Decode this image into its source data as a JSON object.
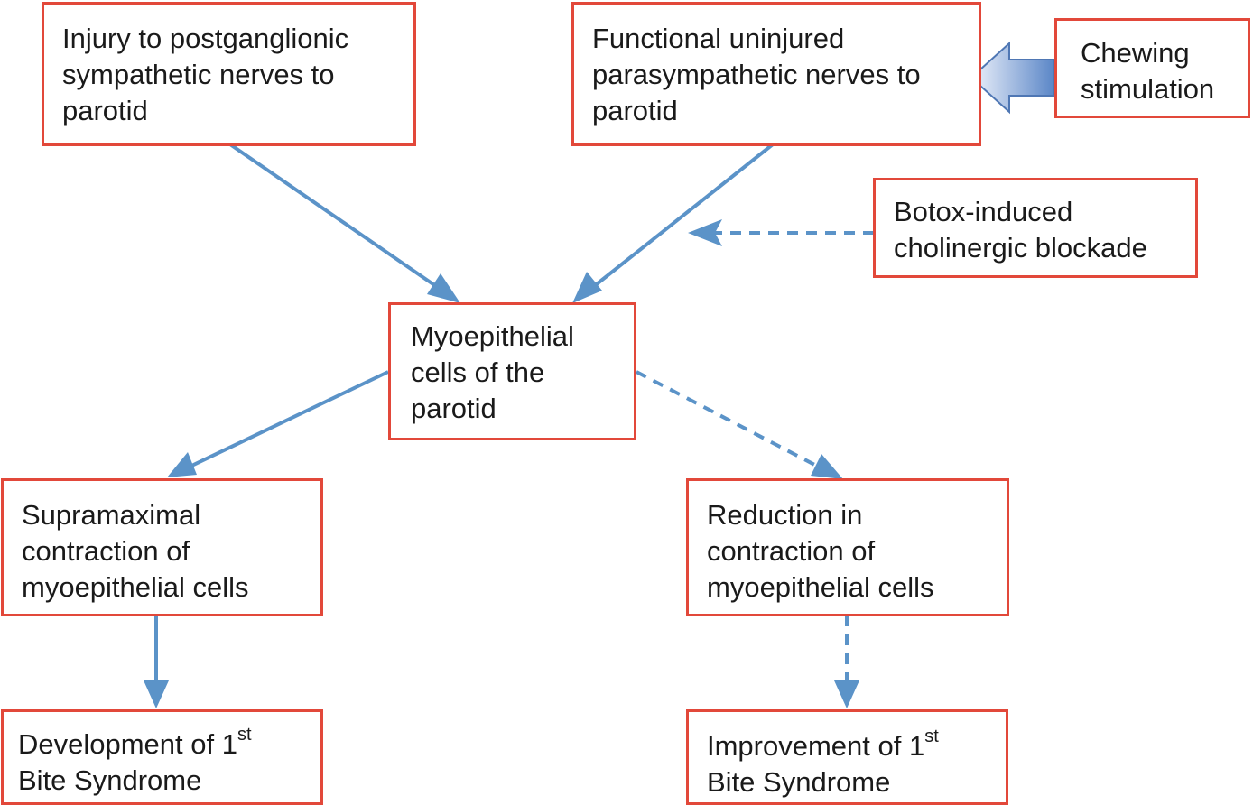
{
  "nodes": {
    "sympathetic_injury": "Injury to postganglionic\nsympathetic nerves to\nparotid",
    "parasympathetic": "Functional uninjured\nparasympathetic nerves to\nparotid",
    "chewing": "Chewing\nstimulation",
    "botox": "Botox-induced\ncholinergic blockade",
    "myoepithelial": "Myoepithelial\ncells of the\nparotid",
    "supramaximal": "Supramaximal\ncontraction of\nmyoepithelial cells",
    "reduction": "Reduction in\ncontraction of\nmyoepithelial cells",
    "development": {
      "line1_prefix": "Development of 1",
      "line1_sup": "st",
      "line2": "Bite Syndrome"
    },
    "improvement": {
      "line1_prefix": "Improvement of 1",
      "line1_sup": "st",
      "line2": "Bite Syndrome"
    }
  },
  "edges": [
    {
      "from": "sympathetic_injury",
      "to": "myoepithelial",
      "style": "solid"
    },
    {
      "from": "parasympathetic",
      "to": "myoepithelial",
      "style": "solid"
    },
    {
      "from": "chewing",
      "to": "parasympathetic",
      "style": "block-arrow"
    },
    {
      "from": "botox",
      "to": "parasympathetic-to-myoepithelial",
      "style": "dashed"
    },
    {
      "from": "myoepithelial",
      "to": "supramaximal",
      "style": "solid"
    },
    {
      "from": "myoepithelial",
      "to": "reduction",
      "style": "dashed"
    },
    {
      "from": "supramaximal",
      "to": "development",
      "style": "solid"
    },
    {
      "from": "reduction",
      "to": "improvement",
      "style": "dashed"
    }
  ],
  "colors": {
    "box_border": "#e2483a",
    "arrow": "#5b93c8",
    "block_arrow_dark": "#5a86c7",
    "block_arrow_light": "#eef2fb"
  }
}
